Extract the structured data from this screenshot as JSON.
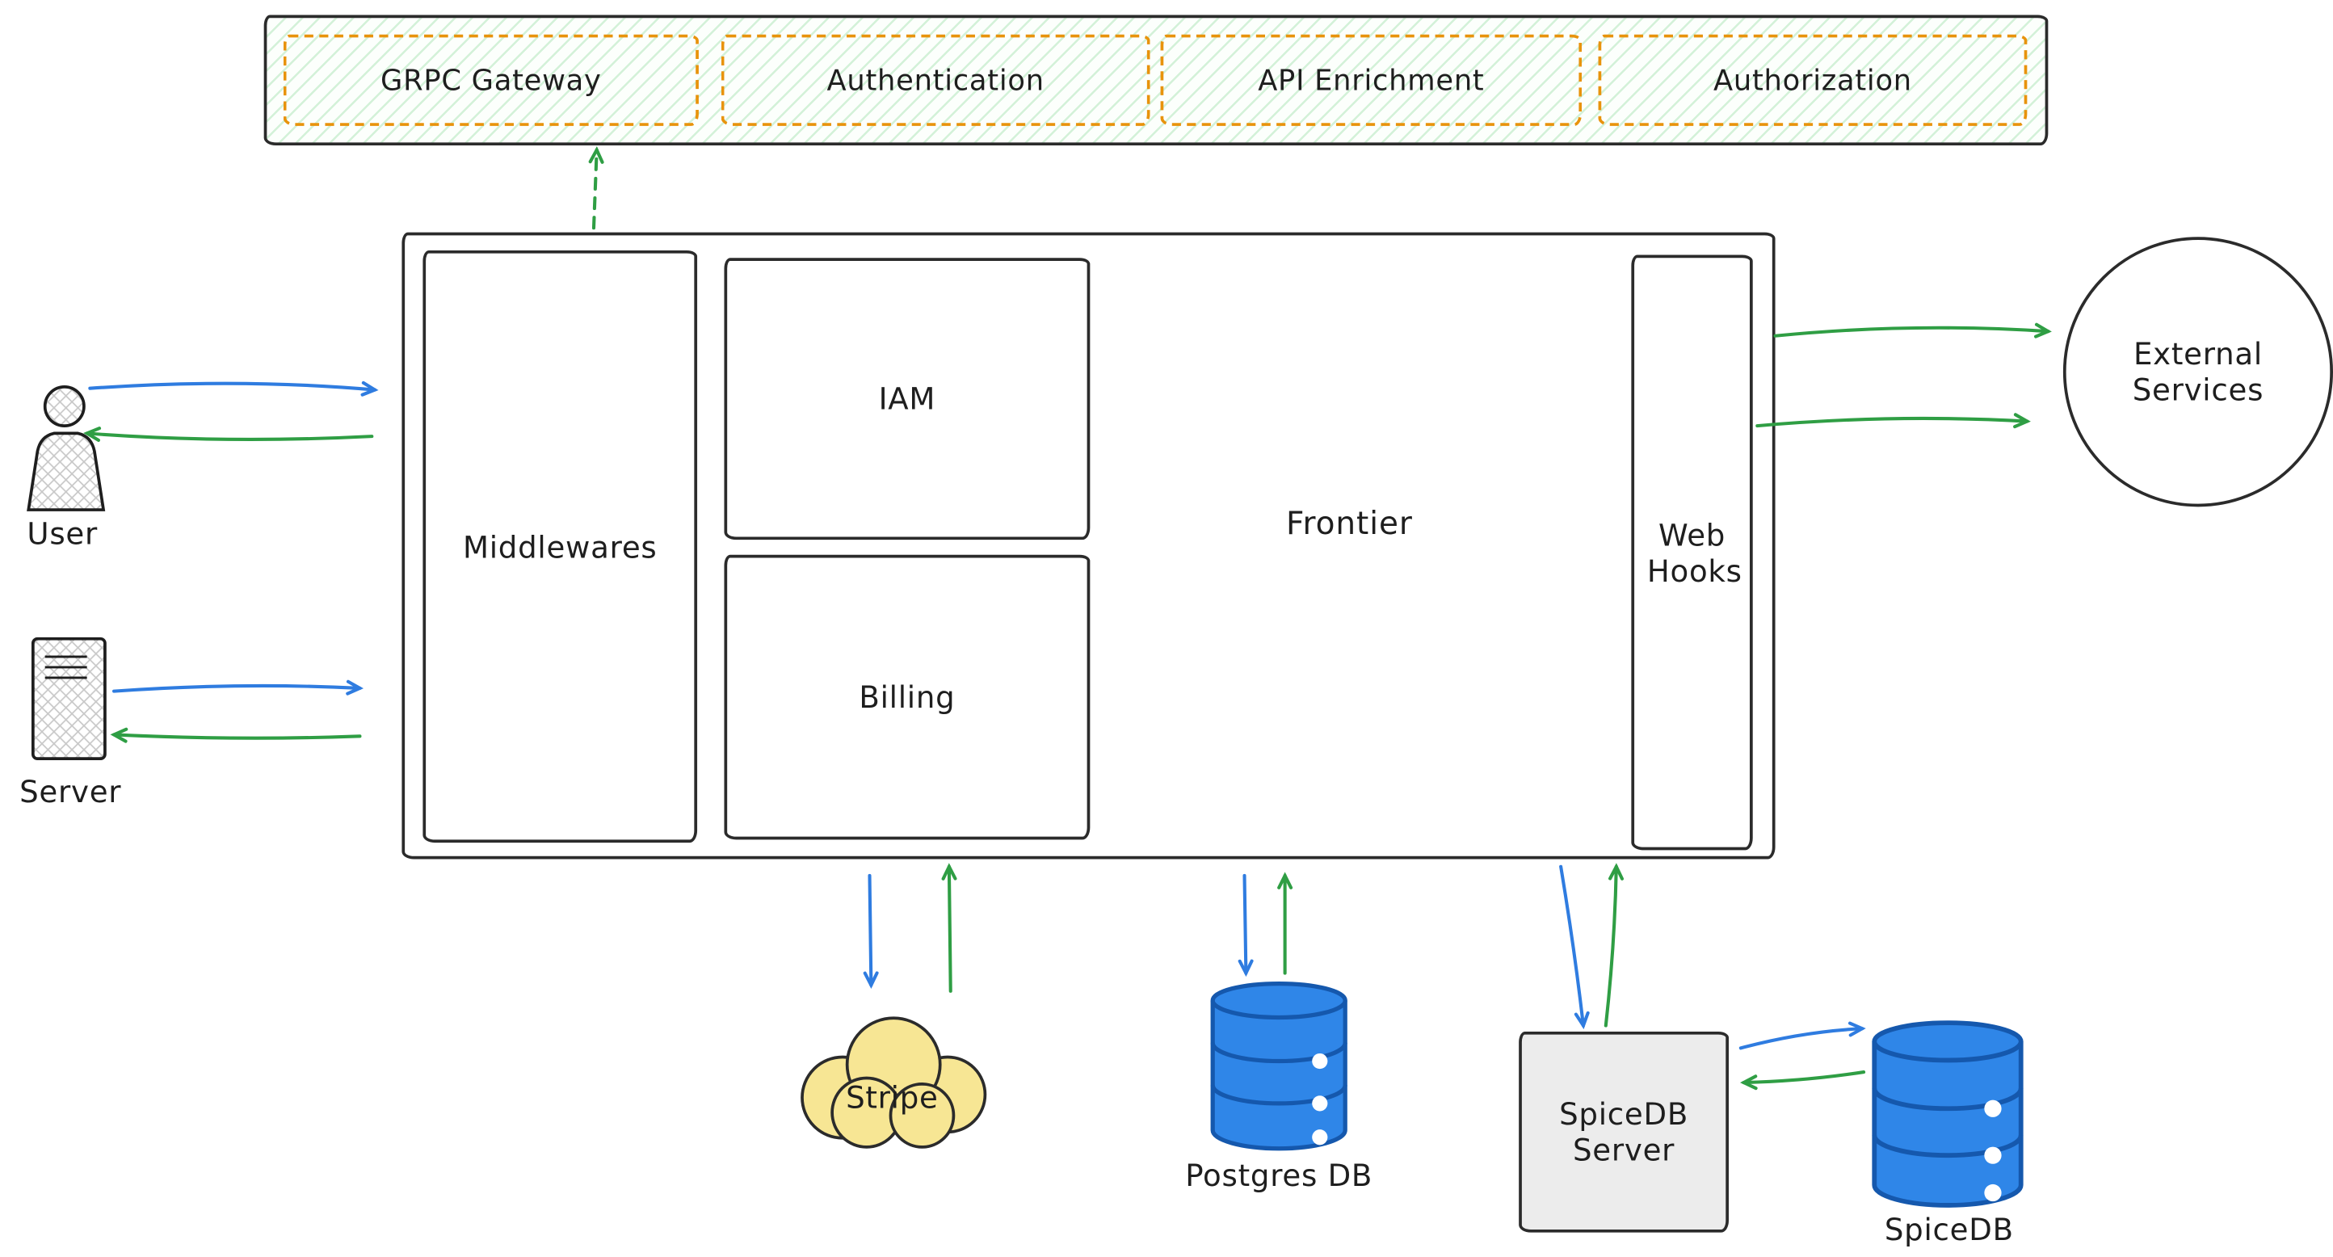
{
  "colors": {
    "ink": "#1e1e1e",
    "arrow_blue": "#2f7ce0",
    "arrow_green": "#2f9e44",
    "gateway_border_orange": "#e8930c",
    "hatch_green": "#40c057",
    "hatch_yellow": "#f0b91e",
    "db_fill_blue": "#2f86e8",
    "db_stroke_blue": "#1558ad",
    "stripe_cloud_yellow": "#f7e694",
    "spicedb_server_gray": "#ececec"
  },
  "gateway_bar": {
    "items": [
      {
        "label": "GRPC Gateway"
      },
      {
        "label": "Authentication"
      },
      {
        "label": "API Enrichment"
      },
      {
        "label": "Authorization"
      }
    ]
  },
  "frontier": {
    "label": "Frontier",
    "middlewares_label": "Middlewares",
    "iam_label": "IAM",
    "billing_label": "Billing",
    "webhooks_label": "Web Hooks"
  },
  "actors": {
    "user_label": "User",
    "server_label": "Server"
  },
  "external_services": {
    "label": "External Services"
  },
  "services": {
    "stripe_label": "Stripe",
    "postgres_label": "Postgres DB",
    "spicedb_server_label": "SpiceDB Server",
    "spicedb_label": "SpiceDB"
  }
}
